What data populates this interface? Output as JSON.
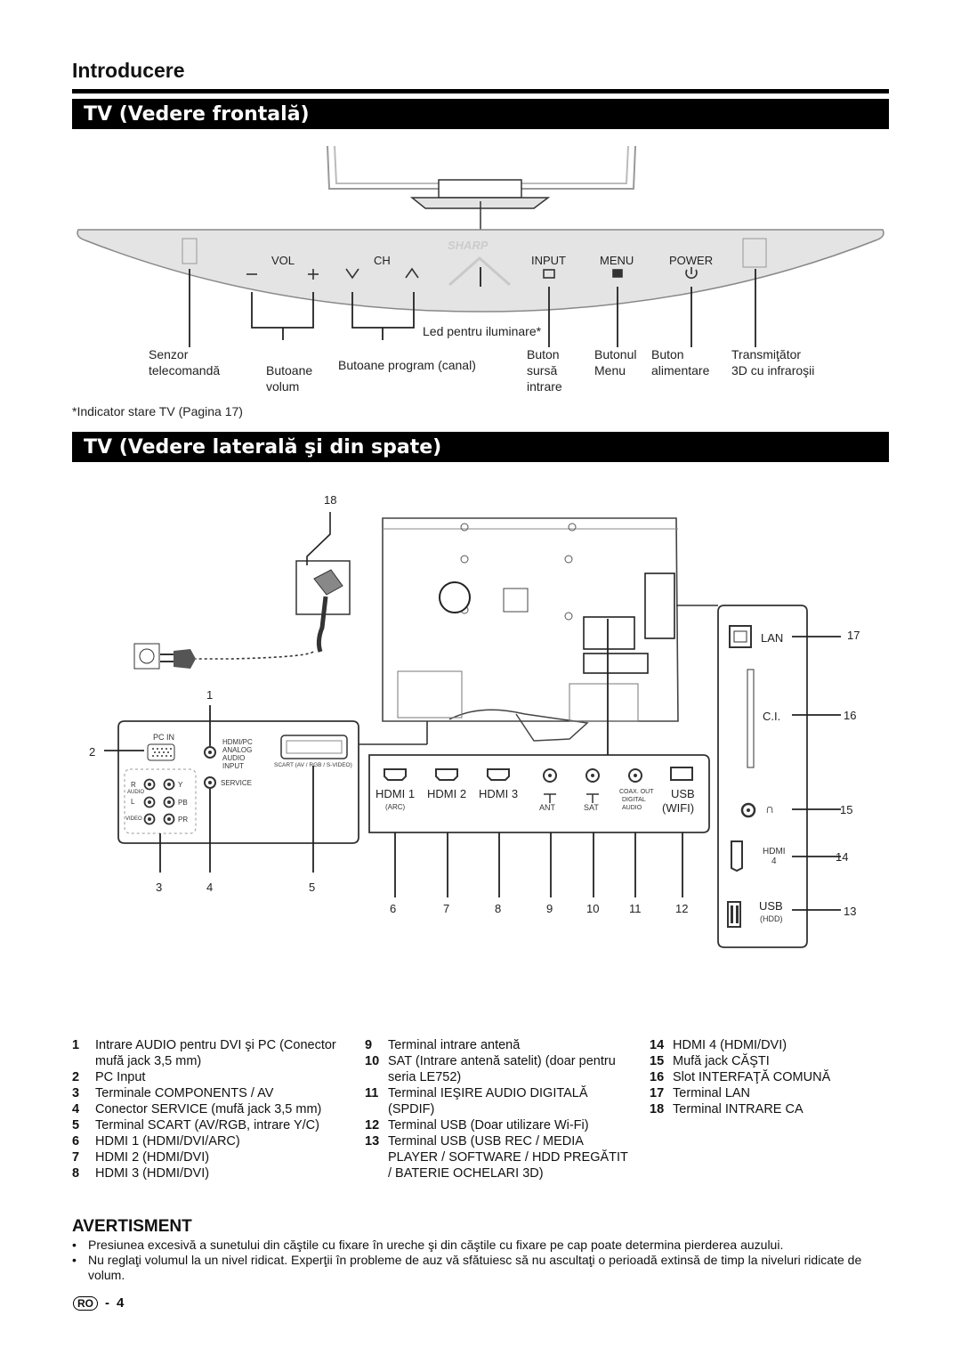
{
  "section_title": "Introducere",
  "front": {
    "heading": "TV (Vedere frontală)",
    "brand": "SHARP",
    "btn_vol": "VOL",
    "btn_ch": "CH",
    "btn_input": "INPUT",
    "btn_menu": "MENU",
    "btn_power": "POWER",
    "minus": "–",
    "plus": "+",
    "led_label": "Led pentru iluminare*",
    "senzor_1": "Senzor",
    "senzor_2": "telecomandă",
    "volum_1": "Butoane",
    "volum_2": "volum",
    "program": "Butoane program (canal)",
    "sursa_1": "Buton",
    "sursa_2": "sursă",
    "sursa_3": "intrare",
    "menu_1": "Butonul",
    "menu_2": "Menu",
    "power_1": "Buton",
    "power_2": "alimentare",
    "ir_1": "Transmiţător",
    "ir_2": "3D cu infraroşii",
    "note": "*Indicator stare TV (Pagina 17)"
  },
  "rear": {
    "heading": "TV (Vedere laterală şi din spate)",
    "n1": "1",
    "n2": "2",
    "n3": "3",
    "n4": "4",
    "n5": "5",
    "n6": "6",
    "n7": "7",
    "n8": "8",
    "n9": "9",
    "n10": "10",
    "n11": "11",
    "n12": "12",
    "n13": "13",
    "n14": "14",
    "n15": "15",
    "n16": "16",
    "n17": "17",
    "n18": "18",
    "pc_in": "PC IN",
    "hdmi_pc_1": "HDMI/PC",
    "hdmi_pc_2": "ANALOG",
    "hdmi_pc_3": "AUDIO",
    "hdmi_pc_4": "INPUT",
    "scart": "SCART (AV / RGB / S-VIDEO)",
    "service": "SERVICE",
    "r": "R",
    "y": "Y",
    "audio": "AUDIO",
    "l": "L",
    "pb": "PB",
    "video": "VIDEO",
    "pr": "PR",
    "hdmi1": "HDMI 1",
    "arc": "(ARC)",
    "hdmi2": "HDMI 2",
    "hdmi3": "HDMI 3",
    "ant": "ANT",
    "sat": "SAT",
    "coax_1": "COAX. OUT",
    "coax_2": "DIGITAL",
    "coax_3": "AUDIO",
    "usb": "USB",
    "wifi": "(WIFI)",
    "lan": "LAN",
    "ci": "C.I.",
    "hdmi4_1": "HDMI",
    "hdmi4_2": "4",
    "usb_hdd_1": "USB",
    "usb_hdd_2": "(HDD)"
  },
  "legend": {
    "col1": [
      {
        "n": "1",
        "t": "Intrare AUDIO pentru DVI şi PC (Conector mufă jack 3,5 mm)"
      },
      {
        "n": "2",
        "t": "PC Input"
      },
      {
        "n": "3",
        "t": "Terminale COMPONENTS / AV"
      },
      {
        "n": "4",
        "t": "Conector SERVICE (mufă jack 3,5 mm)"
      },
      {
        "n": "5",
        "t": "Terminal SCART (AV/RGB, intrare Y/C)"
      },
      {
        "n": "6",
        "t": "HDMI 1 (HDMI/DVI/ARC)"
      },
      {
        "n": "7",
        "t": "HDMI 2 (HDMI/DVI)"
      },
      {
        "n": "8",
        "t": "HDMI 3 (HDMI/DVI)"
      }
    ],
    "col2": [
      {
        "n": "9",
        "t": "Terminal intrare antenă"
      },
      {
        "n": "10",
        "t": "SAT (Intrare antenă satelit) (doar pentru seria LE752)"
      },
      {
        "n": "11",
        "t": "Terminal IEŞIRE AUDIO DIGITALĂ (SPDIF)"
      },
      {
        "n": "12",
        "t": "Terminal USB (Doar utilizare Wi-Fi)"
      },
      {
        "n": "13",
        "t": "Terminal USB (USB REC / MEDIA PLAYER / SOFTWARE / HDD PREGĂTIT / BATERIE OCHELARI 3D)"
      }
    ],
    "col3": [
      {
        "n": "14",
        "t": "HDMI 4 (HDMI/DVI)"
      },
      {
        "n": "15",
        "t": "Mufă jack CĂŞTI"
      },
      {
        "n": "16",
        "t": "Slot INTERFAŢĂ COMUNĂ"
      },
      {
        "n": "17",
        "t": "Terminal LAN"
      },
      {
        "n": "18",
        "t": "Terminal INTRARE CA"
      }
    ]
  },
  "warning": {
    "title": "AVERTISMENT",
    "bullet": "•",
    "items": [
      "Presiunea excesivă a sunetului din căştile cu fixare în ureche şi din căştile cu fixare pe cap poate determina pierderea auzului.",
      "Nu reglaţi volumul la un nivel ridicat. Experţii în probleme de auz vă sfătuiesc să nu ascultaţi o perioadă extinsă de timp la niveluri ridicate de volum."
    ]
  },
  "page": {
    "lang": "RO",
    "sep": "-",
    "number": "4"
  }
}
